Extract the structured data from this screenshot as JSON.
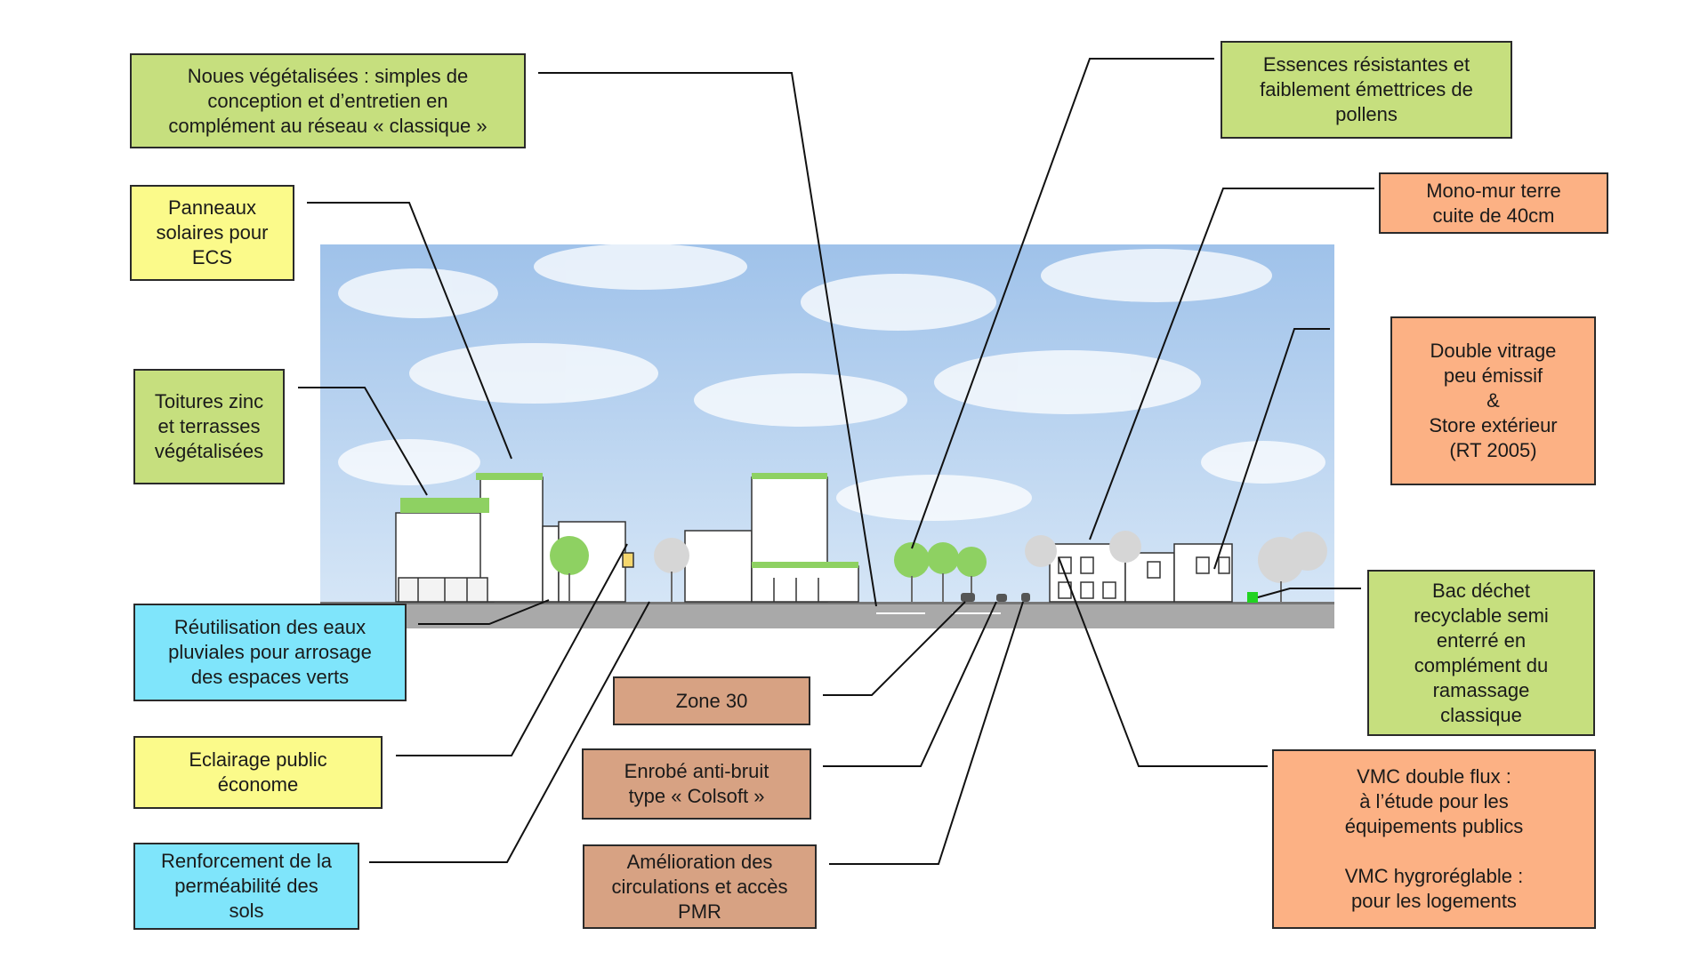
{
  "colors": {
    "green": "#c6df7e",
    "yellow": "#fbfa8a",
    "cyan": "#7fe5fb",
    "orange": "#fcb184",
    "brown": "#d7a283",
    "sky": "#b9d3ef",
    "road": "#a9a9a9",
    "vegetation": "#8ed162",
    "bin": "#21d321"
  },
  "labels": {
    "noues": "Noues végétalisées : simples de\nconception et d’entretien en\ncomplément au réseau « classique »",
    "panneaux": "Panneaux\nsolaires pour\nECS",
    "toitures": "Toitures zinc\net terrasses\nvégétalisées",
    "reutilisation": "Réutilisation des eaux\npluviales pour arrosage\ndes espaces verts",
    "eclairage": "Eclairage public\néconome",
    "renforcement": "Renforcement de la\nperméabilité des\nsols",
    "zone30": "Zone 30",
    "enrobe": "Enrobé anti-bruit\ntype « Colsoft »",
    "amelioration": "Amélioration des\ncirculations et accès\nPMR",
    "essences": "Essences résistantes et\nfaiblement émettrices de\npollens",
    "monomur": "Mono-mur terre\ncuite de 40cm",
    "vitrage": "Double vitrage\npeu émissif\n&\nStore extérieur\n(RT 2005)",
    "bac": "Bac déchet\nrecyclable semi\nenterré en\ncomplément du\nramassage\nclassique",
    "vmc": "VMC double flux :\nà l’étude pour les\néquipements publics\n\nVMC hygroréglable :\npour les logements"
  }
}
